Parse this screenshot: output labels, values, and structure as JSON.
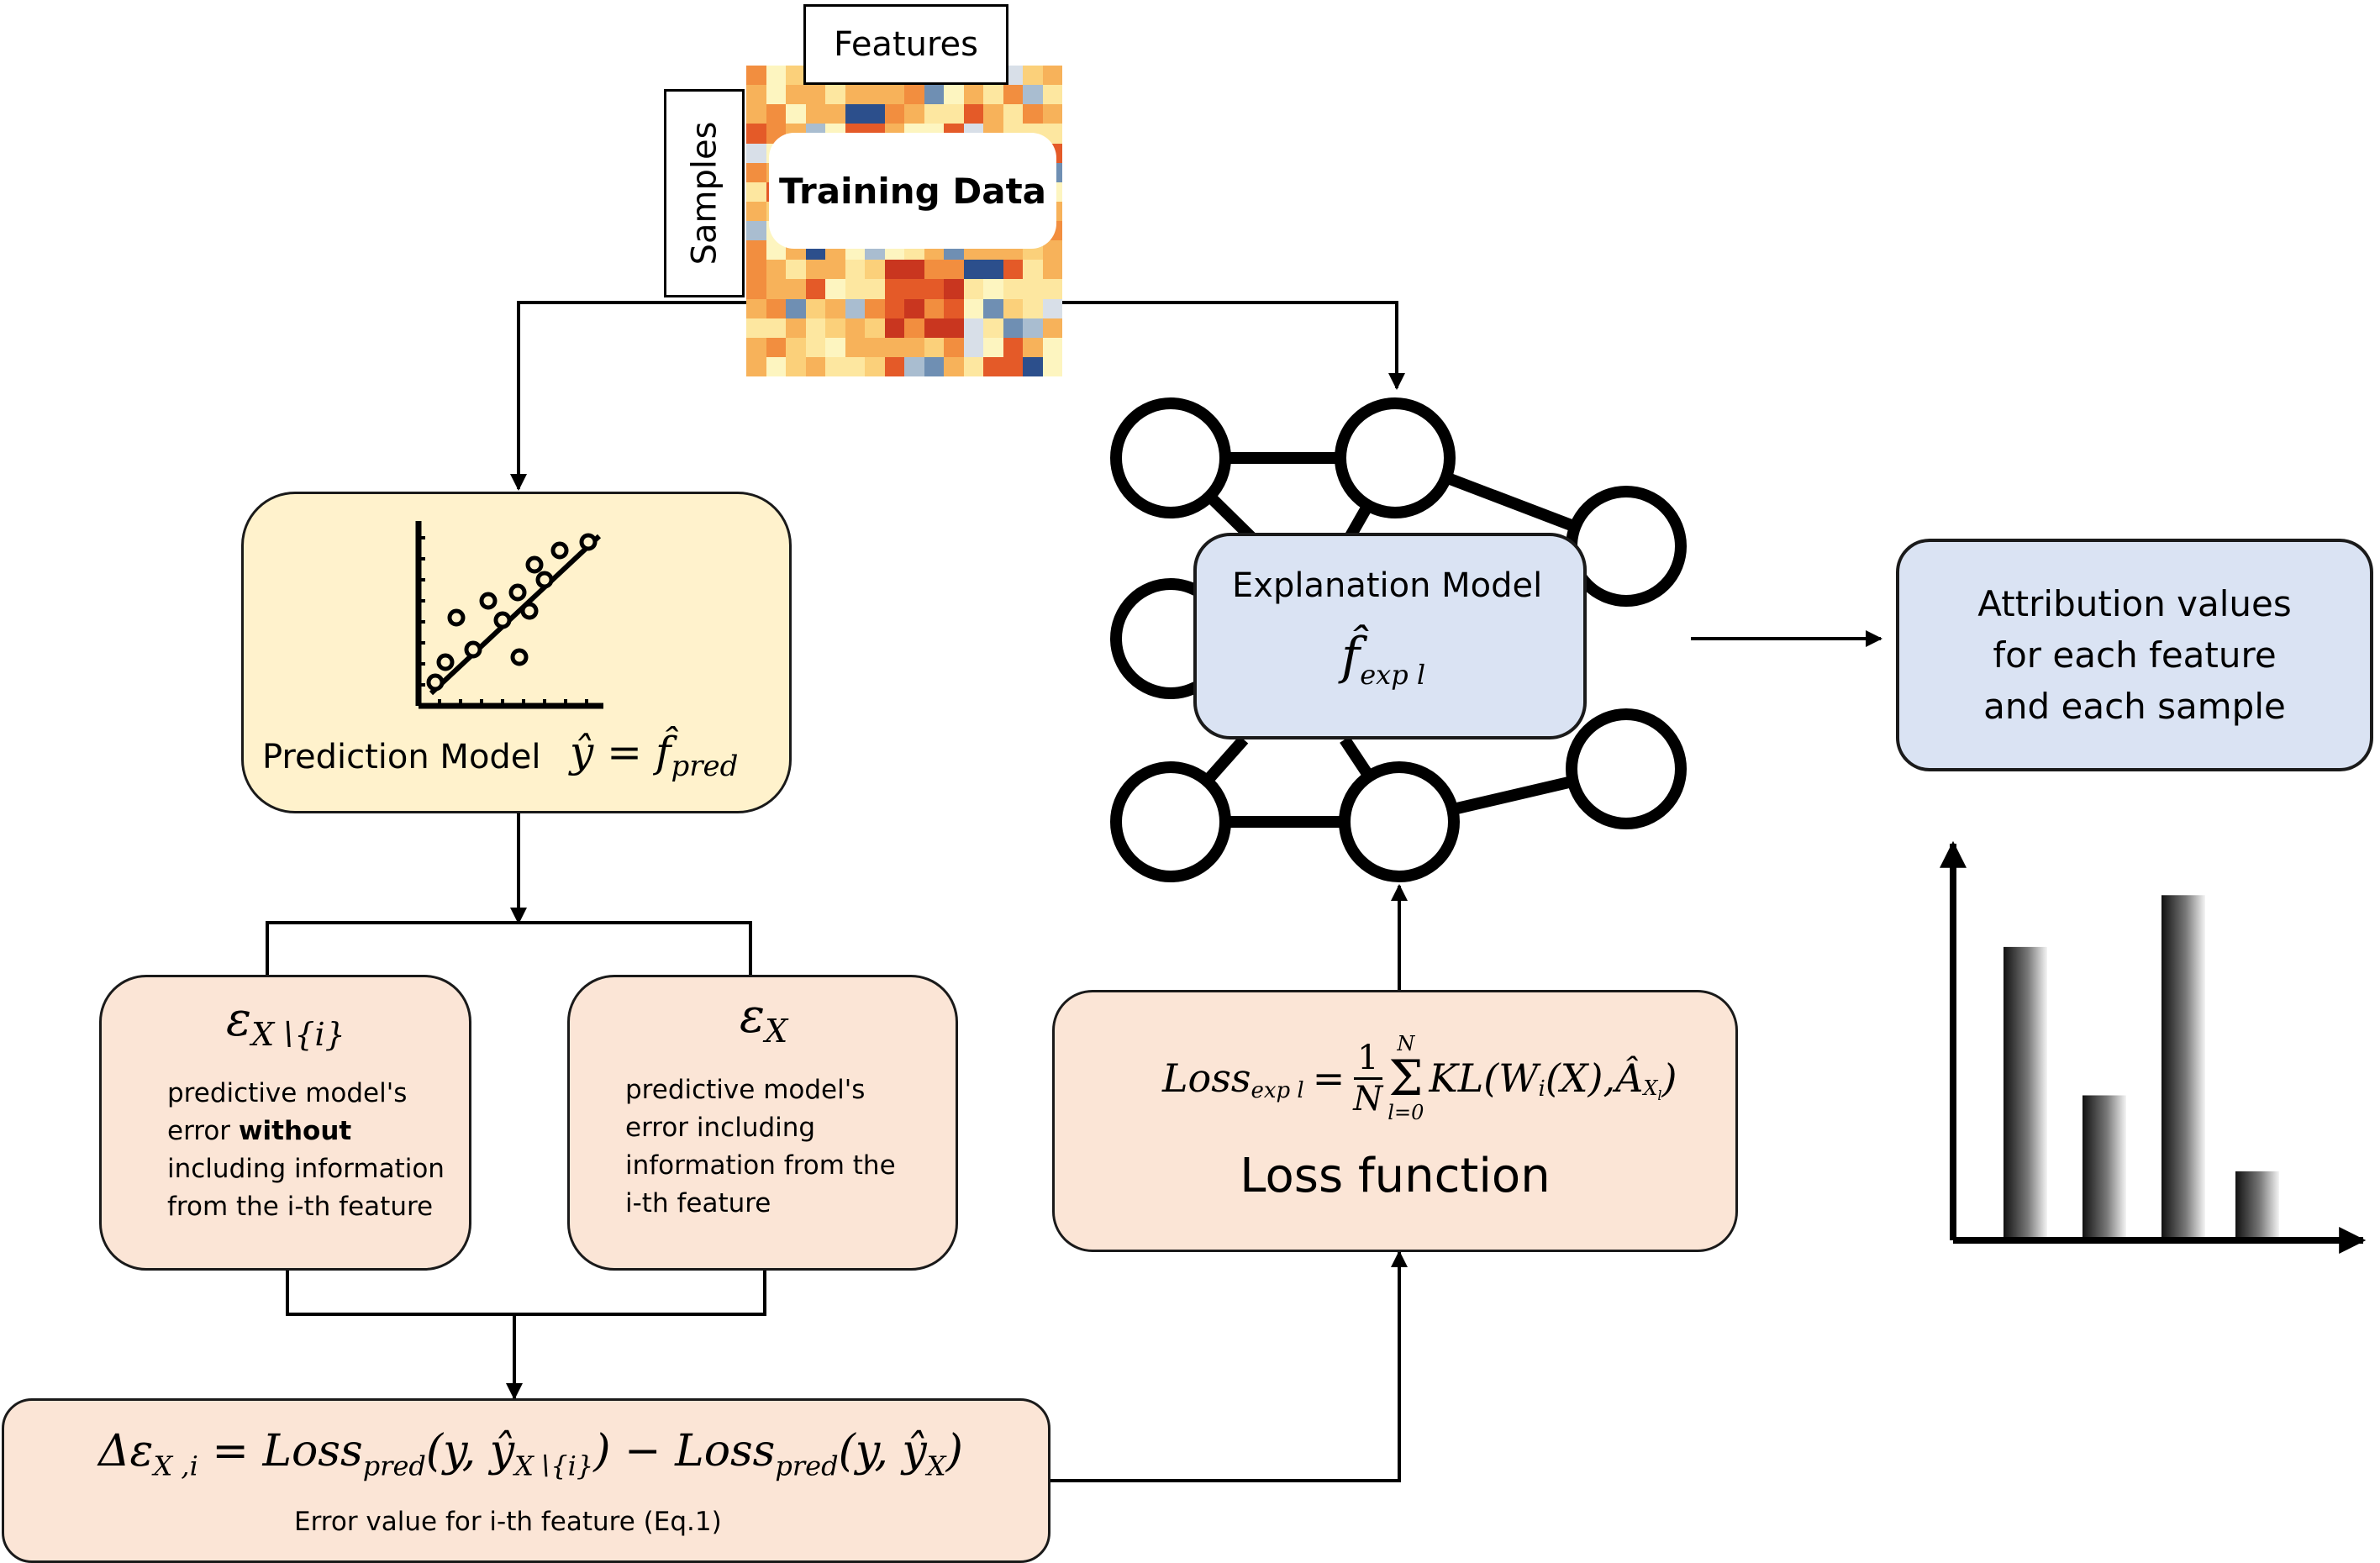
{
  "training_data": {
    "features_label": "Features",
    "samples_label": "Samples",
    "title": "Training Data",
    "palette": [
      "#fdf5c0",
      "#fde7a0",
      "#fbd07a",
      "#f7b25a",
      "#f28e3f",
      "#e45a28",
      "#c9361f",
      "#d8dfe8",
      "#a9bdd0",
      "#6f8fb3",
      "#2c4f8c"
    ]
  },
  "prediction_model": {
    "label": "Prediction Model",
    "formula_lhs": "ŷ",
    "formula_eq": "=",
    "formula_f": "f̂",
    "formula_sub": "pred"
  },
  "error_without": {
    "symbol": "ε",
    "subscript": "X∖{i}",
    "line_1": "predictive model's",
    "line_2_pre": "error ",
    "line_2_bold": "without",
    "line_3": "including information",
    "line_4": "from the i-th feature"
  },
  "error_with": {
    "symbol": "ε",
    "subscript": "X",
    "line_1": "predictive model's",
    "line_2": "error including",
    "line_3": "information from the",
    "line_4": "i-th feature"
  },
  "error_value": {
    "formula_delta": "Δε",
    "formula_delta_sub": "X ,i",
    "formula_eq": "=",
    "loss_1": "Loss",
    "loss_1_sub": "pred",
    "args_1_pre": "(y, ",
    "args_1_yhat": "ŷ",
    "args_1_sub": "X∖{i}",
    "args_1_post": ")",
    "minus": "−",
    "loss_2": "Loss",
    "loss_2_sub": "pred",
    "args_2_pre": "(y, ",
    "args_2_yhat": "ŷ",
    "args_2_sub": "X",
    "args_2_post": ")",
    "caption": "Error value for i-th feature (Eq.1)"
  },
  "explanation_model": {
    "label": "Explanation Model",
    "formula_f": "f̂",
    "formula_sub": "exp l"
  },
  "loss_function": {
    "loss": "Loss",
    "loss_sub": "exp l",
    "eq": "=",
    "frac_num": "1",
    "frac_den": "N",
    "sum_top": "N",
    "sum_sign": "Σ",
    "sum_bottom": "l=0",
    "kl_pre": "KL(W",
    "kl_w_sub": "i",
    "kl_mid": "(X), ",
    "kl_a": "Â",
    "kl_a_sub": "X",
    "kl_a_subsub": "l",
    "kl_post": ")",
    "label": "Loss function"
  },
  "attribution": {
    "line_1": "Attribution values",
    "line_2": "for each feature",
    "line_3": "and each sample"
  },
  "bar_chart": {
    "type": "bar",
    "values": [
      0.85,
      0.42,
      1.0,
      0.2
    ],
    "ylim": [
      0,
      1.12
    ]
  }
}
